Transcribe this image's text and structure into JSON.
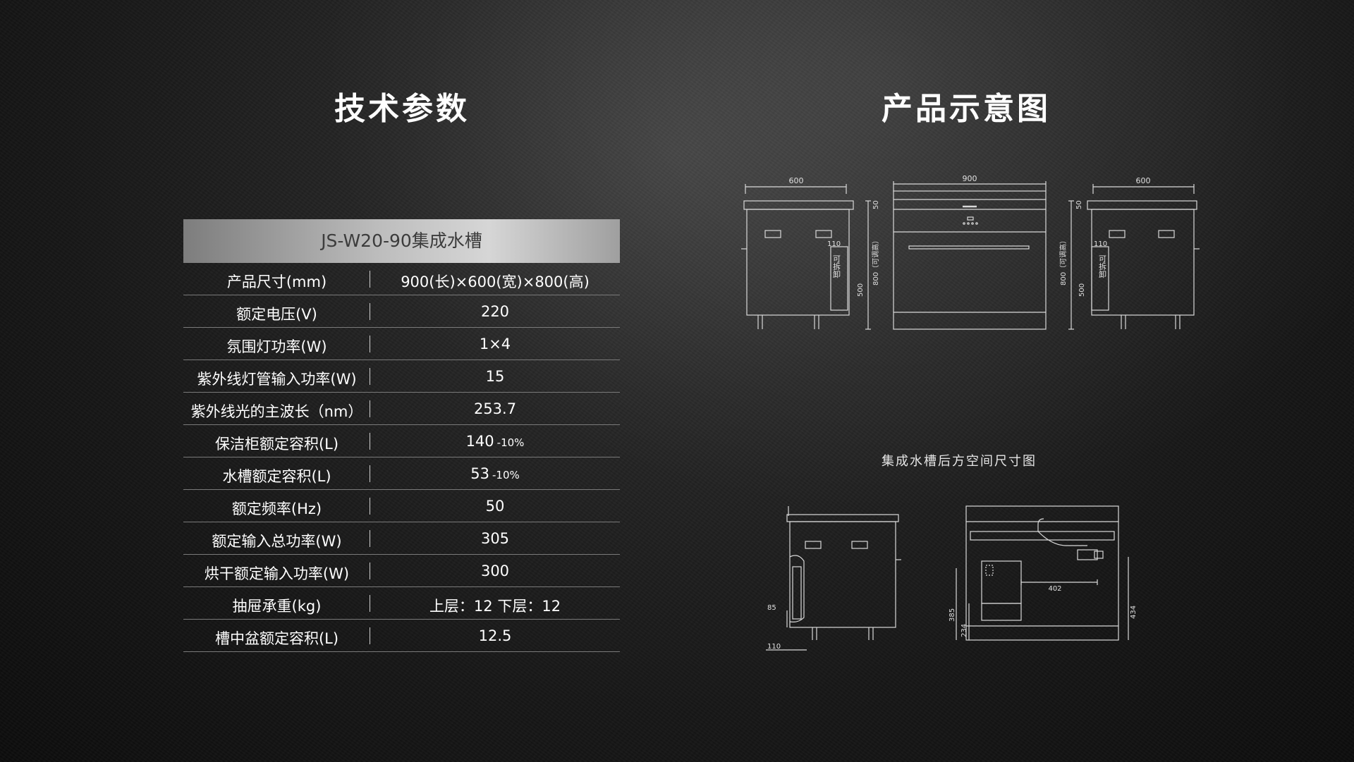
{
  "headings": {
    "specs": "技术参数",
    "diagram": "产品示意图"
  },
  "specs": {
    "model": "JS-W20-90集成水槽",
    "rows": [
      {
        "label": "产品尺寸(mm)",
        "value": "900(长)×600(宽)×800(高)",
        "tolerance": ""
      },
      {
        "label": "额定电压(V)",
        "value": "220",
        "tolerance": ""
      },
      {
        "label": "氛围灯功率(W)",
        "value": "1×4",
        "tolerance": ""
      },
      {
        "label": "紫外线灯管输入功率(W)",
        "value": "15",
        "tolerance": ""
      },
      {
        "label": "紫外线光的主波长（nm）",
        "value": "253.7",
        "tolerance": ""
      },
      {
        "label": "保洁柜额定容积(L)",
        "value": "140",
        "tolerance": "-10%"
      },
      {
        "label": "水槽额定容积(L)",
        "value": "53",
        "tolerance": "-10%"
      },
      {
        "label": "额定频率(Hz)",
        "value": "50",
        "tolerance": ""
      },
      {
        "label": "额定输入总功率(W)",
        "value": "305",
        "tolerance": ""
      },
      {
        "label": "烘干额定输入功率(W)",
        "value": "300",
        "tolerance": ""
      },
      {
        "label": "抽屉承重(kg)",
        "value": "上层：12   下层：12",
        "tolerance": ""
      },
      {
        "label": "槽中盆额定容积(L)",
        "value": "12.5",
        "tolerance": ""
      }
    ]
  },
  "diagram": {
    "side_view_left": {
      "width": "600",
      "top": "50",
      "height": "800（可调高）",
      "inner": "500",
      "depth": "110",
      "note": "可拆卸"
    },
    "front_view": {
      "width": "900"
    },
    "side_view_right": {
      "width": "600",
      "top": "50",
      "height": "800（可调高）",
      "inner": "500",
      "depth": "110",
      "note": "可拆卸"
    },
    "rear_caption": "集成水槽后方空间尺寸图",
    "rear_side": {
      "height": "85",
      "depth": "110"
    },
    "rear_back": {
      "width": "402",
      "left_height": "385",
      "inner_height": "234",
      "right_height": "434"
    }
  }
}
